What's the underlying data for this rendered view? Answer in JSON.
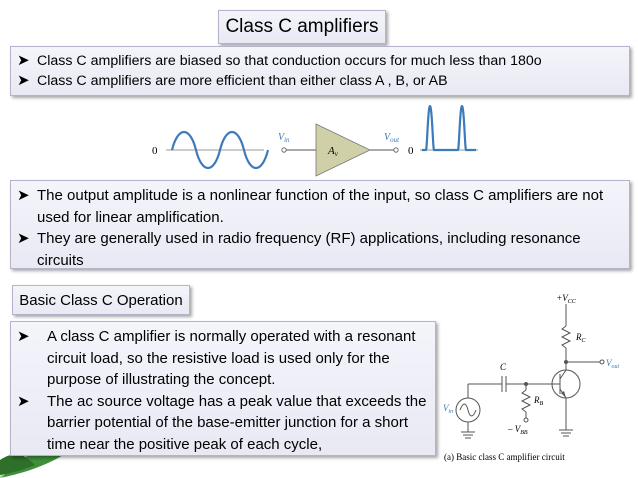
{
  "title": "Class C amplifiers",
  "bullets_top": [
    "Class C amplifiers are biased so that conduction occurs for much less than  180o",
    "Class C amplifiers are more efficient than either class A , B, or AB"
  ],
  "diagram": {
    "zero_left": "0",
    "zero_right": "0",
    "vin_label": "V",
    "vin_sub": "in",
    "vout_label": "V",
    "vout_sub": "out",
    "gain_label": "A",
    "gain_sub": "v"
  },
  "bullets_mid": [
    "The output amplitude is a nonlinear function of the input, so class C amplifiers are not used for linear amplification.",
    "They are generally used in radio frequency (RF) applications, including resonance circuits"
  ],
  "subheading": "Basic Class C Operation",
  "bullets_bottom": [
    "A class C amplifier is normally operated with a resonant circuit load, so the resistive load is used only for the purpose of illustrating the concept.",
    "The ac source voltage has a peak value that exceeds the barrier potential of the base-emitter junction for a short time near the positive peak of each cycle,"
  ],
  "circuit": {
    "vcc_label": "+V",
    "vcc_sub": "CC",
    "rc_label": "R",
    "rc_sub": "C",
    "c_label": "C",
    "rb_label": "R",
    "rb_sub": "B",
    "vbb_label": "– V",
    "vbb_sub": "BB",
    "vin_label": "V",
    "vin_sub": "in",
    "vout_label": "V",
    "vout_sub": "out",
    "caption": "(a) Basic class C amplifier circuit"
  },
  "colors": {
    "accent_blue": "#3d7ab8",
    "box_border": "#b3b3cc"
  },
  "icons": {
    "bullet": "arrowhead-bullet-icon"
  }
}
